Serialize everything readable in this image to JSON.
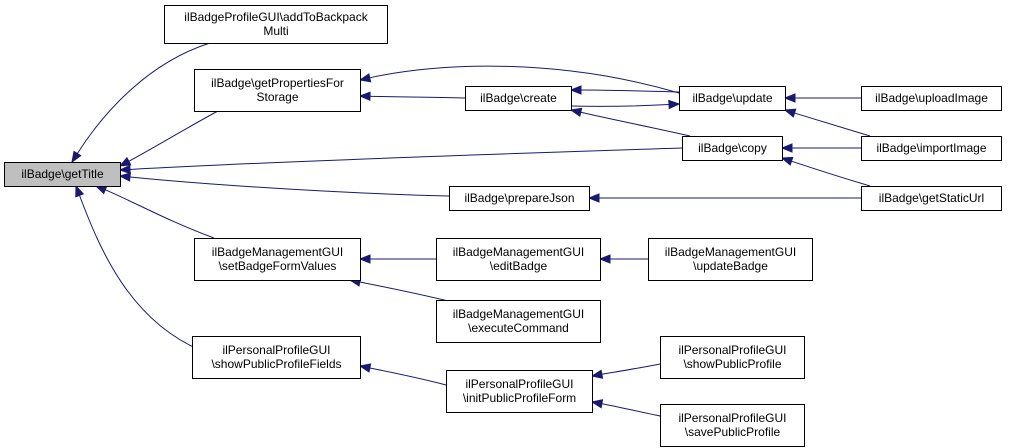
{
  "graph": {
    "edge_color": "#191970",
    "root_fill": "#bfbfbf",
    "nodes": [
      {
        "id": "getTitle",
        "lines": [
          "ilBadge\\getTitle"
        ],
        "root": true
      },
      {
        "id": "addToBackpack",
        "lines": [
          "ilBadgeProfileGUI\\addToBackpack",
          "Multi"
        ]
      },
      {
        "id": "getProps",
        "lines": [
          "ilBadge\\getPropertiesFor",
          "Storage"
        ]
      },
      {
        "id": "create",
        "lines": [
          "ilBadge\\create"
        ]
      },
      {
        "id": "update",
        "lines": [
          "ilBadge\\update"
        ]
      },
      {
        "id": "uploadImage",
        "lines": [
          "ilBadge\\uploadImage"
        ]
      },
      {
        "id": "copy",
        "lines": [
          "ilBadge\\copy"
        ]
      },
      {
        "id": "importImage",
        "lines": [
          "ilBadge\\importImage"
        ]
      },
      {
        "id": "prepareJson",
        "lines": [
          "ilBadge\\prepareJson"
        ]
      },
      {
        "id": "getStaticUrl",
        "lines": [
          "ilBadge\\getStaticUrl"
        ]
      },
      {
        "id": "setBadgeForm",
        "lines": [
          "ilBadgeManagementGUI",
          "\\setBadgeFormValues"
        ]
      },
      {
        "id": "editBadge",
        "lines": [
          "ilBadgeManagementGUI",
          "\\editBadge"
        ]
      },
      {
        "id": "updateBadge",
        "lines": [
          "ilBadgeManagementGUI",
          "\\updateBadge"
        ]
      },
      {
        "id": "executeCommand",
        "lines": [
          "ilBadgeManagementGUI",
          "\\executeCommand"
        ]
      },
      {
        "id": "showPublicFields",
        "lines": [
          "ilPersonalProfileGUI",
          "\\showPublicProfileFields"
        ]
      },
      {
        "id": "initPublicForm",
        "lines": [
          "ilPersonalProfileGUI",
          "\\initPublicProfileForm"
        ]
      },
      {
        "id": "showPublicProfile",
        "lines": [
          "ilPersonalProfileGUI",
          "\\showPublicProfile"
        ]
      },
      {
        "id": "savePublicProfile",
        "lines": [
          "ilPersonalProfileGUI",
          "\\savePublicProfile"
        ]
      }
    ],
    "edges": [
      {
        "from": "addToBackpack",
        "to": "getTitle"
      },
      {
        "from": "getProps",
        "to": "getTitle"
      },
      {
        "from": "copy",
        "to": "getTitle"
      },
      {
        "from": "prepareJson",
        "to": "getTitle"
      },
      {
        "from": "setBadgeForm",
        "to": "getTitle"
      },
      {
        "from": "showPublicFields",
        "to": "getTitle"
      },
      {
        "from": "update",
        "to": "getProps"
      },
      {
        "from": "create",
        "to": "getProps"
      },
      {
        "from": "update",
        "to": "create"
      },
      {
        "from": "create",
        "to": "update"
      },
      {
        "from": "copy",
        "to": "create"
      },
      {
        "from": "uploadImage",
        "to": "update"
      },
      {
        "from": "importImage",
        "to": "update"
      },
      {
        "from": "importImage",
        "to": "copy"
      },
      {
        "from": "getStaticUrl",
        "to": "copy"
      },
      {
        "from": "getStaticUrl",
        "to": "prepareJson"
      },
      {
        "from": "editBadge",
        "to": "setBadgeForm"
      },
      {
        "from": "executeCommand",
        "to": "setBadgeForm"
      },
      {
        "from": "updateBadge",
        "to": "editBadge"
      },
      {
        "from": "initPublicForm",
        "to": "showPublicFields"
      },
      {
        "from": "showPublicProfile",
        "to": "initPublicForm"
      },
      {
        "from": "savePublicProfile",
        "to": "initPublicForm"
      }
    ]
  }
}
